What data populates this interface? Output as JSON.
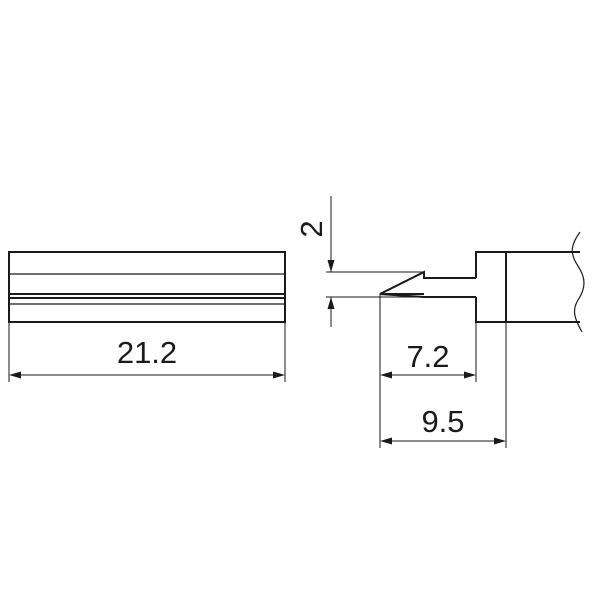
{
  "dimensions": {
    "blade_length": "21.2",
    "tip_thickness": "2",
    "tip_length": "7.2",
    "overall_length": "9.5"
  },
  "colors": {
    "line": "#1a1a1a",
    "background": "#ffffff"
  }
}
